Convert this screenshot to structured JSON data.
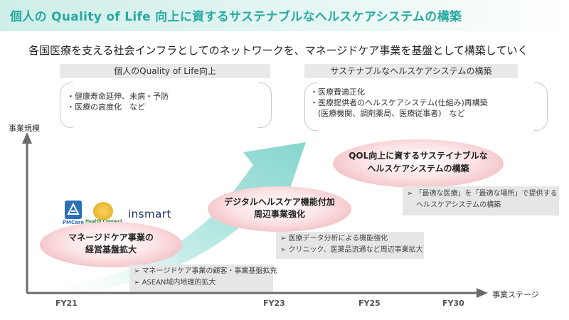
{
  "title": "個人の Quality of Life 向上に資するサステナブルなヘルスケアシステムの構築",
  "subtitle": "各国医療を支える社会インフラとしてのネットワークを、マネージドケア事業を基盤として構築していく",
  "left_panel": {
    "header": "個人のQuality of Life向上",
    "bullets": [
      "・健康寿命延伸、未病・予防",
      "・医療の高度化　など"
    ]
  },
  "right_panel": {
    "header": "サステナブルなヘルスケアシステムの構築",
    "bullets": [
      "・医療費適正化",
      "・医療提供者のヘルスケアシステム(仕組み)再構築",
      "　(医療機関、調剤薬局、医療従事者)　など"
    ]
  },
  "axes": {
    "y_label": "事業規模",
    "x_label": "事業ステージ",
    "ticks": [
      "FY21",
      "FY23",
      "FY25",
      "FY30"
    ]
  },
  "logos": {
    "pmcare": "PMCare",
    "health_connect": "Health Connect",
    "insmart": "insmart"
  },
  "stages": [
    {
      "title": [
        "マネージドケア事業の",
        "経営基盤拡大"
      ],
      "details": [
        "マネージドケア事業の顧客・事業基盤拡充",
        "ASEAN域内地理的拡大"
      ]
    },
    {
      "title": [
        "デジタルヘルスケア機能付加",
        "周辺事業強化"
      ],
      "details": [
        "医療データ分析による機能強化",
        "クリニック、医薬品流通など周辺事業拡大"
      ]
    },
    {
      "title": [
        "QOL向上に資するサステイナブルな",
        "ヘルスケアシステムの構築"
      ],
      "details": [
        "「最適な医療」を「最適な場所」で提供する",
        "ヘルスケアシステムの構築"
      ]
    }
  ],
  "colors": {
    "accent": "#2aa9a0",
    "arrow": "#8fd9d1",
    "ellipse": "#eea9ae"
  }
}
